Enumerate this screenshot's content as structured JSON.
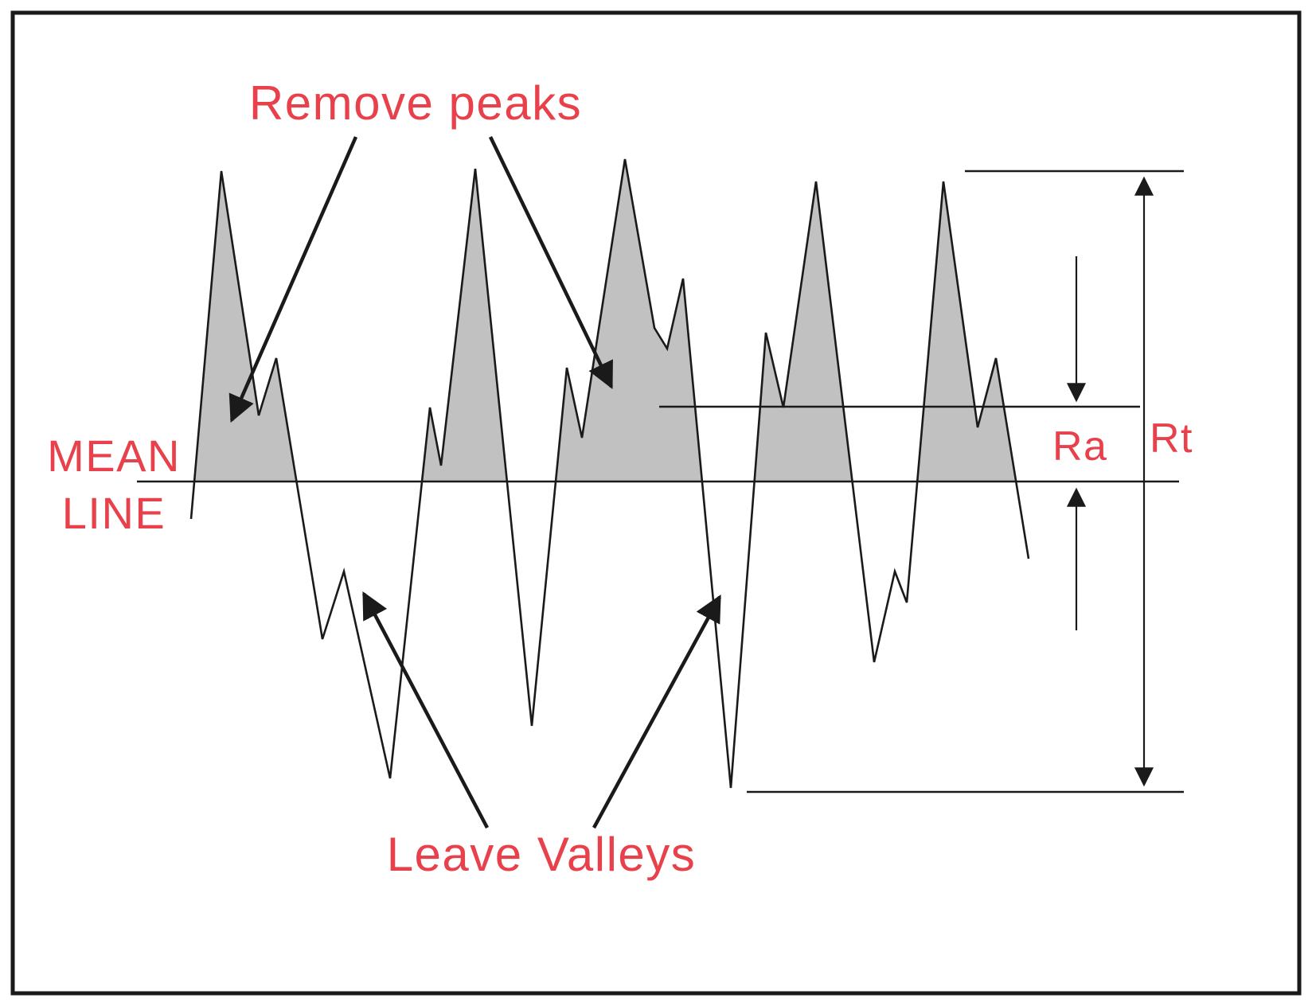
{
  "labels": {
    "remove_peaks": "Remove peaks",
    "leave_valleys": "Leave Valleys",
    "mean_line_word1": "MEAN",
    "mean_line_word2": "LINE",
    "ra": "Ra",
    "rt": "Rt"
  },
  "colors": {
    "label_red": "#E8414B",
    "peak_fill": "#C1C1C1",
    "line": "#1A1A1A",
    "background": "#FFFFFF"
  }
}
